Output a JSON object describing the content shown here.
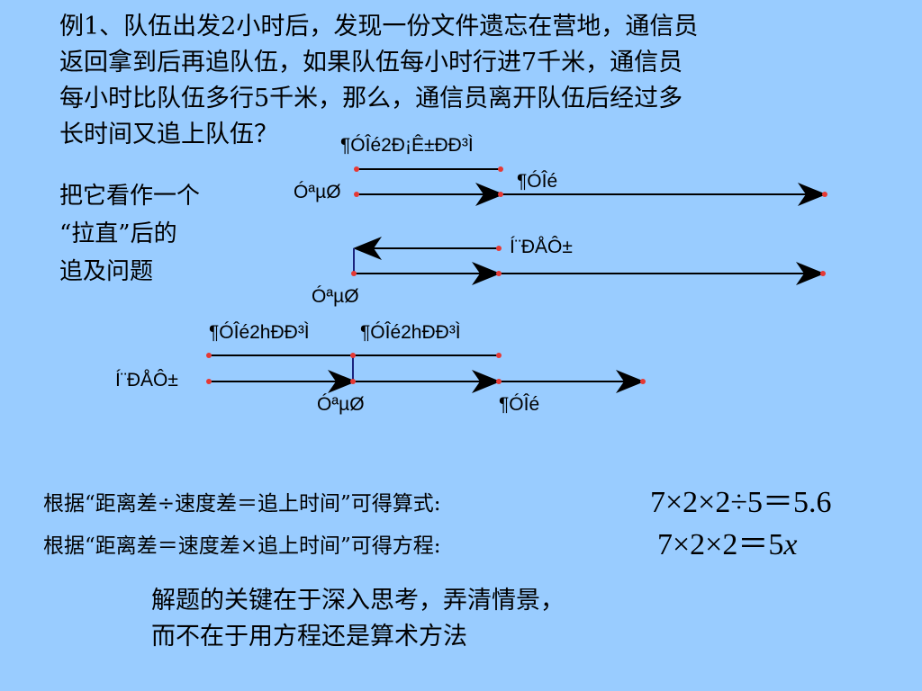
{
  "problem": {
    "lines": [
      "例1、队伍出发2小时后，发现一份文件遗忘在营地，通信员",
      "返回拿到后再追队伍，如果队伍每小时行进7千米，通信员",
      "每小时比队伍多行5千米，那么，通信员离开队伍后经过多",
      "长时间又追上队伍？"
    ]
  },
  "side_note": {
    "lines": [
      "把它看作一个",
      "“拉直”后的",
      "追及问题"
    ]
  },
  "diagram_labels": {
    "d1_top": "¶ÓÎé2Ð¡Ê±ÐÐ³Ì",
    "d1_start": "ÓªµØ",
    "d1_team": "¶ÓÎé",
    "d2_messenger": "Í¨ÐÅÔ±",
    "d2_start": "ÓªµØ",
    "d3_top_left": "¶ÓÎé2hÐÐ³Ì",
    "d3_top_right": "¶ÓÎé2hÐÐ³Ì",
    "d3_messenger": "Í¨ÐÅÔ±",
    "d3_start": "ÓªµØ",
    "d3_team": "¶ÓÎé"
  },
  "rules": {
    "rule1_text": "根据“距离差÷速度差＝追上时间”可得算式:",
    "rule1_eq_prefix": "7×2×2÷5＝5.6",
    "rule2_text": "根据“距离差＝速度差×追上时间”可得方程:",
    "rule2_eq_prefix": "7×2×2＝5",
    "rule2_eq_var": "x"
  },
  "conclusion": {
    "line1": "解题的关键在于深入思考，弄清情景，",
    "line2": "而不在于用方程还是算术方法"
  },
  "colors": {
    "background": "#99ccff",
    "line": "#000000",
    "connector": "#1a237e",
    "endpoint": "#e53935"
  }
}
